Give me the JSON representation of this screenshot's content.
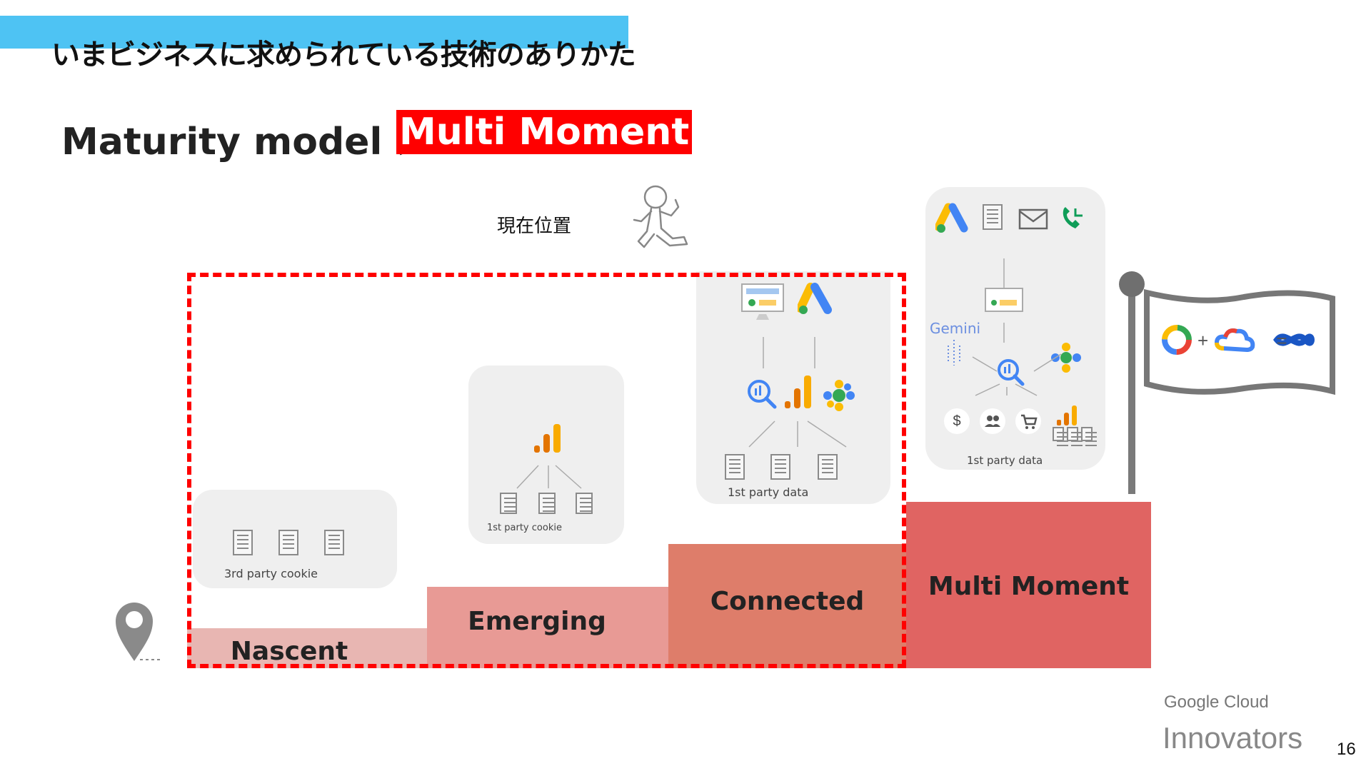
{
  "header": {
    "title": "いまビジネスに求められている技術のありかた",
    "accent_color": "#4ec3f3"
  },
  "subtitle": {
    "prefix": "Maturity model ＞",
    "highlight": "Multi Moment",
    "highlight_color": "#ff0000"
  },
  "current_position_label": "現在位置",
  "steps": [
    {
      "label": "Nascent",
      "color": "#e8b6b2"
    },
    {
      "label": "Emerging",
      "color": "#e89a95"
    },
    {
      "label": "Connected",
      "color": "#de7d6a"
    },
    {
      "label": "Multi Moment",
      "color": "#e06462"
    }
  ],
  "panels": {
    "nascent": {
      "label": "3rd party cookie"
    },
    "emerging": {
      "label": "1st party cookie"
    },
    "connected": {
      "label": "1st party data"
    },
    "multi_moment": {
      "label": "1st party data",
      "gemini_label": "Gemini"
    }
  },
  "flag": {
    "equation": "+ ="
  },
  "footer": {
    "brand_top": "Google Cloud",
    "brand_bottom": "Innovators",
    "page_number": "16"
  }
}
